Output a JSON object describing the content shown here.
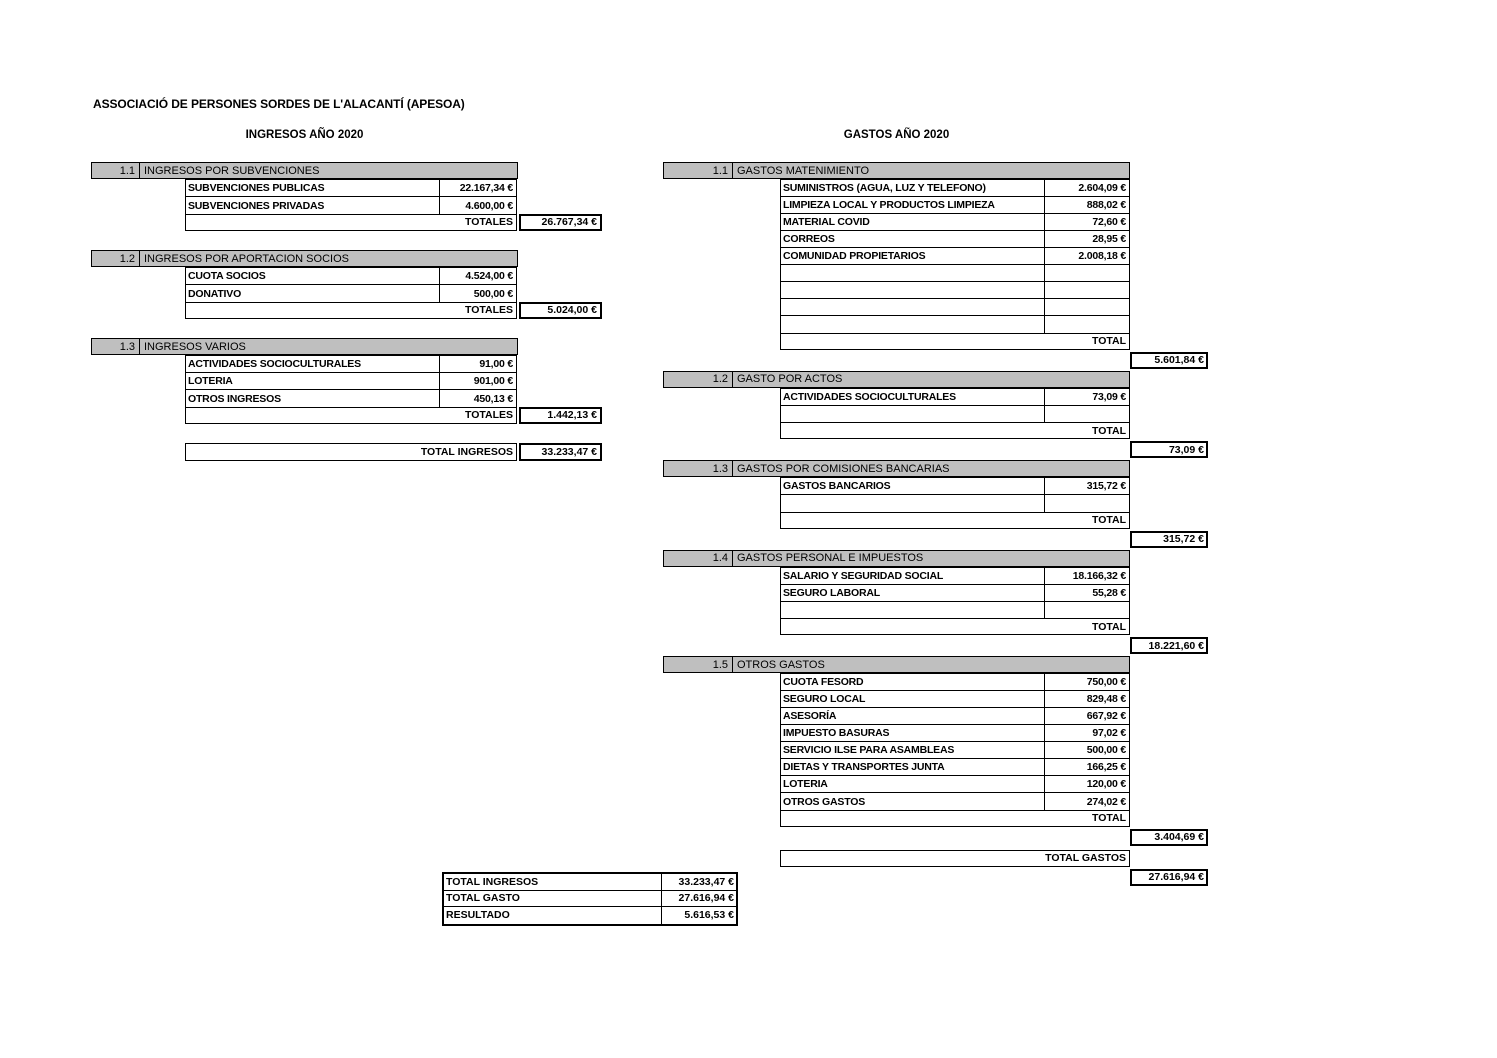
{
  "page": {
    "title": "ASSOCIACIÓ DE PERSONES SORDES DE L'ALACANTÍ (APESOA)",
    "ingresos_heading": "INGRESOS AÑO 2020",
    "gastos_heading": "GASTOS AÑO 2020"
  },
  "colors": {
    "section_header_bg": "#bfbfbf",
    "border": "#000000",
    "page_bg": "#ffffff"
  },
  "ingresos": {
    "sections": [
      {
        "num": "1.1",
        "title": "INGRESOS POR SUBVENCIONES",
        "rows": [
          {
            "label": "SUBVENCIONES PUBLICAS",
            "value": "22.167,34 €"
          },
          {
            "label": "SUBVENCIONES PRIVADAS",
            "value": "4.600,00 €"
          }
        ],
        "total_label": "TOTALES",
        "total_value": "26.767,34 €"
      },
      {
        "num": "1.2",
        "title": "INGRESOS POR APORTACION SOCIOS",
        "rows": [
          {
            "label": "CUOTA SOCIOS",
            "value": "4.524,00 €"
          },
          {
            "label": "DONATIVO",
            "value": "500,00 €"
          }
        ],
        "total_label": "TOTALES",
        "total_value": "5.024,00 €"
      },
      {
        "num": "1.3",
        "title": "INGRESOS VARIOS",
        "rows": [
          {
            "label": "ACTIVIDADES SOCIOCULTURALES",
            "value": "91,00 €"
          },
          {
            "label": "LOTERIA",
            "value": "901,00 €"
          },
          {
            "label": "OTROS INGRESOS",
            "value": "450,13 €"
          }
        ],
        "total_label": "TOTALES",
        "total_value": "1.442,13 €"
      }
    ],
    "grand_total_label": "TOTAL INGRESOS",
    "grand_total_value": "33.233,47 €"
  },
  "gastos": {
    "sections": [
      {
        "num": "1.1",
        "title": "GASTOS MATENIMIENTO",
        "rows": [
          {
            "label": "SUMINISTROS (AGUA, LUZ Y TELEFONO)",
            "value": "2.604,09 €"
          },
          {
            "label": "LIMPIEZA LOCAL Y PRODUCTOS LIMPIEZA",
            "value": "888,02 €"
          },
          {
            "label": "MATERIAL COVID",
            "value": "72,60 €"
          },
          {
            "label": "CORREOS",
            "value": "28,95 €"
          },
          {
            "label": "COMUNIDAD PROPIETARIOS",
            "value": "2.008,18 €"
          },
          {
            "label": "",
            "value": ""
          },
          {
            "label": "",
            "value": ""
          },
          {
            "label": "",
            "value": ""
          },
          {
            "label": "",
            "value": ""
          }
        ],
        "total_label": "TOTAL",
        "total_value": "5.601,84 €"
      },
      {
        "num": "1.2",
        "title": "GASTO POR ACTOS",
        "rows": [
          {
            "label": "ACTIVIDADES SOCIOCULTURALES",
            "value": "73,09 €"
          },
          {
            "label": "",
            "value": ""
          }
        ],
        "total_label": "TOTAL",
        "total_value": "73,09 €"
      },
      {
        "num": "1.3",
        "title": "GASTOS POR COMISIONES BANCARIAS",
        "rows": [
          {
            "label": "GASTOS BANCARIOS",
            "value": "315,72 €"
          },
          {
            "label": "",
            "value": ""
          }
        ],
        "total_label": "TOTAL",
        "total_value": "315,72 €"
      },
      {
        "num": "1.4",
        "title": "GASTOS PERSONAL E IMPUESTOS",
        "rows": [
          {
            "label": "SALARIO Y SEGURIDAD SOCIAL",
            "value": "18.166,32 €"
          },
          {
            "label": "SEGURO LABORAL",
            "value": "55,28 €"
          },
          {
            "label": "",
            "value": ""
          }
        ],
        "total_label": "TOTAL",
        "total_value": "18.221,60 €"
      },
      {
        "num": "1.5",
        "title": "OTROS GASTOS",
        "rows": [
          {
            "label": "CUOTA FESORD",
            "value": "750,00 €"
          },
          {
            "label": "SEGURO LOCAL",
            "value": "829,48 €"
          },
          {
            "label": "ASESORÍA",
            "value": "667,92 €"
          },
          {
            "label": "IMPUESTO BASURAS",
            "value": "97,02 €"
          },
          {
            "label": "SERVICIO ILSE PARA ASAMBLEAS",
            "value": "500,00 €"
          },
          {
            "label": "DIETAS Y TRANSPORTES JUNTA",
            "value": "166,25 €"
          },
          {
            "label": "LOTERIA",
            "value": "120,00 €"
          },
          {
            "label": "OTROS GASTOS",
            "value": "274,02 €"
          }
        ],
        "total_label": "TOTAL",
        "total_value": "3.404,69 €"
      }
    ],
    "grand_total_label": "TOTAL GASTOS",
    "grand_total_value": "27.616,94 €"
  },
  "summary": {
    "rows": [
      {
        "label": "TOTAL INGRESOS",
        "value": "33.233,47 €"
      },
      {
        "label": "TOTAL GASTO",
        "value": "27.616,94 €"
      },
      {
        "label": "RESULTADO",
        "value": "5.616,53 €"
      }
    ]
  }
}
